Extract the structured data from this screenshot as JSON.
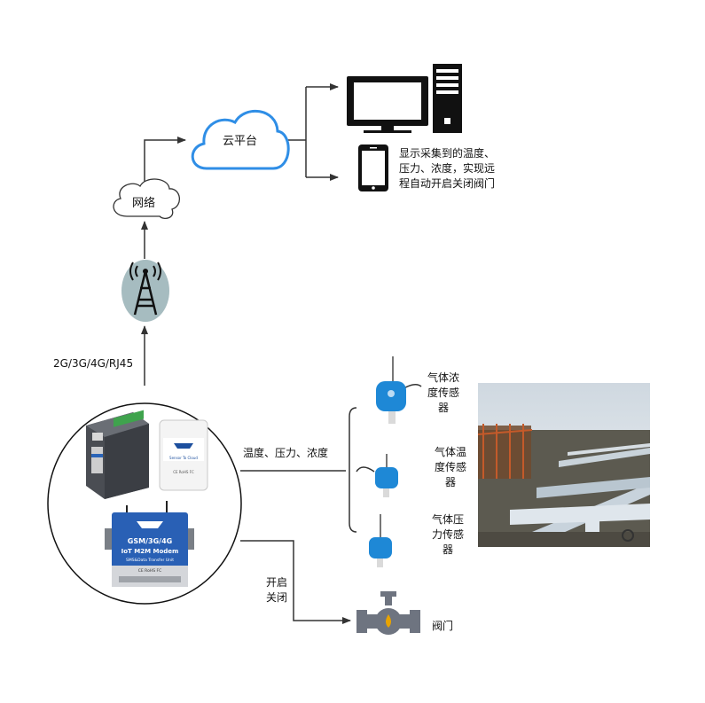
{
  "nodes": {
    "cloud_platform": "云平台",
    "network": "网络",
    "link_type": "2G/3G/4G/RJ45",
    "display_text": [
      "显示采集到的温度、",
      "压力、浓度，实现远",
      "程自动开启关闭阀门"
    ],
    "sensing_params": "温度、压力、浓度",
    "valve_control": [
      "开启",
      "关闭"
    ],
    "valve": "阀门"
  },
  "sensors": [
    [
      "气体浓",
      "度传感",
      "器"
    ],
    [
      "气体温",
      "度传感",
      "器"
    ],
    [
      "气体压",
      "力传感",
      "器"
    ]
  ],
  "device_labels": {
    "modem_line1": "GSM/3G/4G",
    "modem_line2": "IoT M2M Modem",
    "modem_line3": "SMS&Data Transfer Unit",
    "modem_cert": "CE RoHS FC",
    "box_label": "Sensor To Cloud",
    "box_cert": "CE RoHS FC"
  },
  "colors": {
    "line": "#333333",
    "cloud_stroke": "#2f8ee6",
    "sensor_blue": "#1e88d6",
    "valve_gray": "#6e7480",
    "valve_drop": "#e8a300",
    "tower_bg": "#a6bcc0"
  },
  "icons": [
    "cloud-icon",
    "network-cloud-icon",
    "tower-icon",
    "monitor-icon",
    "pc-tower-icon",
    "phone-icon",
    "gas-sensor-icon",
    "valve-icon"
  ]
}
